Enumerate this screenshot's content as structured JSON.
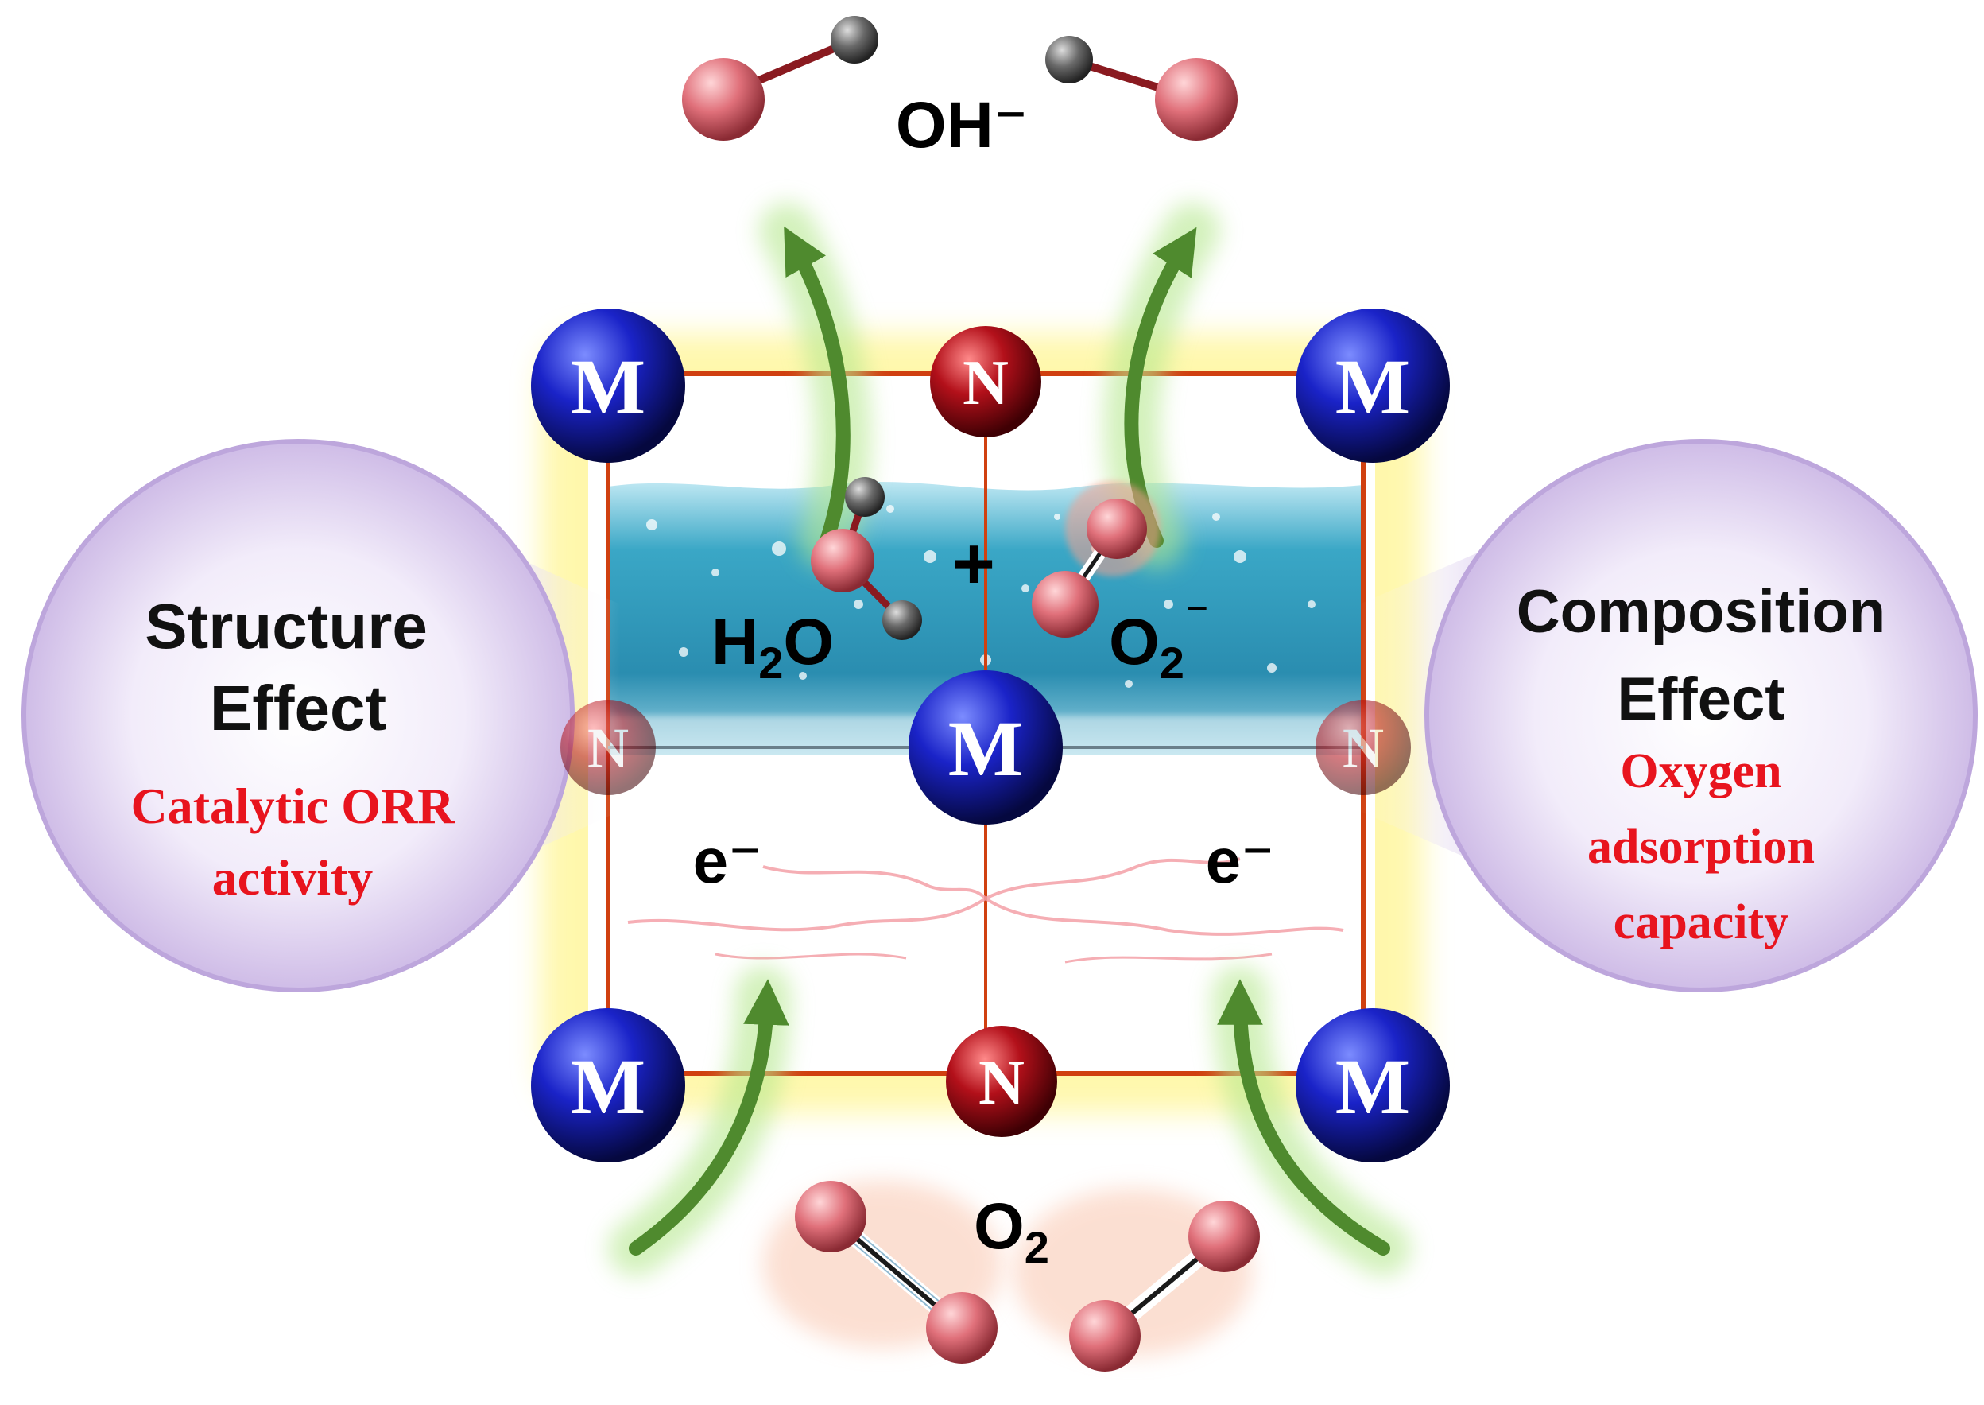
{
  "labels": {
    "hydroxide": "OH⁻",
    "water_main": "H",
    "water_sub": "2",
    "water_end": "O",
    "plus": "+",
    "superoxide_main": "O",
    "superoxide_sub": "2",
    "superoxide_sup": "⁻",
    "oxygen_main": "O",
    "oxygen_sub": "2",
    "electron_left": "e⁻",
    "electron_right": "e⁻"
  },
  "atoms": {
    "metal": "M",
    "nitrogen": "N"
  },
  "bubbles": {
    "left": {
      "title_line1": "Structure",
      "title_line2": "Effect",
      "sub_line1": "Catalytic ORR",
      "sub_line2": "activity"
    },
    "right": {
      "title_line1": "Composition",
      "title_line2": "Effect",
      "sub_line1": "Oxygen",
      "sub_line2": "adsorption",
      "sub_line3": "capacity"
    }
  },
  "colors": {
    "metal": "#1a23c8",
    "nitrogen": "#b3101a",
    "oxygen_atom": "#e0707a",
    "hydrogen_atom": "#5a5a5a",
    "arrow": "#4f8a2e",
    "lattice": "#d04010",
    "water": "#2e9bbd",
    "bubble": "#d8c8ec",
    "accent_text": "#e8141e",
    "glow_yellow": "#fff26a"
  }
}
